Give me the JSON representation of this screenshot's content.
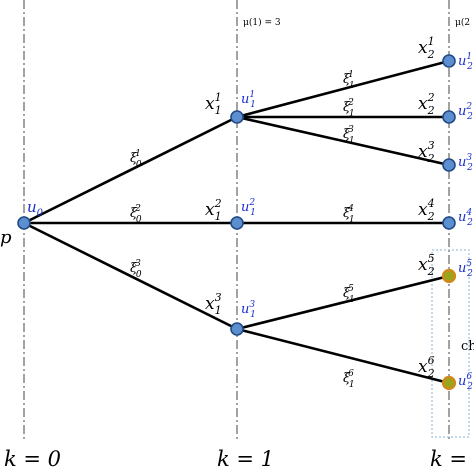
{
  "stage_labels": {
    "k0": "k = 0",
    "k1": "k = 1",
    "k2": "k ="
  },
  "stage_annotations": {
    "mu1": "μ(1) = 3",
    "mu2": "μ(2"
  },
  "root": {
    "state": "p",
    "control": "u",
    "control_sub": "0"
  },
  "level1": [
    {
      "state": "x",
      "sub": "1",
      "sup": "1",
      "control": "u",
      "control_sub": "1",
      "control_sup": "1",
      "edge": "ξ",
      "edge_sub": "0",
      "edge_sup": "1"
    },
    {
      "state": "x",
      "sub": "1",
      "sup": "2",
      "control": "u",
      "control_sub": "1",
      "control_sup": "2",
      "edge": "ξ",
      "edge_sub": "0",
      "edge_sup": "2"
    },
    {
      "state": "x",
      "sub": "1",
      "sup": "3",
      "control": "u",
      "control_sub": "1",
      "control_sup": "3",
      "edge": "ξ",
      "edge_sub": "0",
      "edge_sup": "3"
    }
  ],
  "level2": [
    {
      "state": "x",
      "sub": "2",
      "sup": "1",
      "control": "u",
      "control_sub": "2",
      "control_sup": "1",
      "edge": "ξ",
      "edge_sub": "1",
      "edge_sup": "1",
      "color": "blue"
    },
    {
      "state": "x",
      "sub": "2",
      "sup": "2",
      "control": "u",
      "control_sub": "2",
      "control_sup": "2",
      "edge": "ξ",
      "edge_sub": "1",
      "edge_sup": "2",
      "color": "blue"
    },
    {
      "state": "x",
      "sub": "2",
      "sup": "3",
      "control": "u",
      "control_sub": "2",
      "control_sup": "3",
      "edge": "ξ",
      "edge_sub": "1",
      "edge_sup": "3",
      "color": "blue"
    },
    {
      "state": "x",
      "sub": "2",
      "sup": "4",
      "control": "u",
      "control_sub": "2",
      "control_sup": "4",
      "edge": "ξ",
      "edge_sub": "1",
      "edge_sup": "4",
      "color": "blue"
    },
    {
      "state": "x",
      "sub": "2",
      "sup": "5",
      "control": "u",
      "control_sub": "2",
      "control_sup": "5",
      "edge": "ξ",
      "edge_sub": "1",
      "edge_sup": "5",
      "color": "olive"
    },
    {
      "state": "x",
      "sub": "2",
      "sup": "6",
      "control": "u",
      "control_sub": "2",
      "control_sup": "6",
      "edge": "ξ",
      "edge_sub": "1",
      "edge_sup": "6",
      "color": "olive"
    }
  ],
  "box_label": "ch",
  "colors": {
    "node_blue": "#5b8fd0",
    "node_olive": "#9aa41c",
    "node_olive_outline": "#d5871a",
    "control_text": "#1b2fcf",
    "chance_box": "#8ab6d6"
  }
}
